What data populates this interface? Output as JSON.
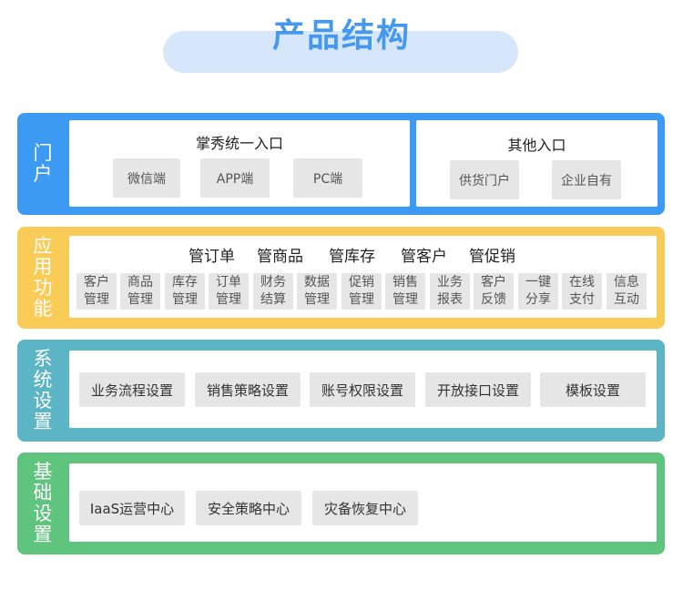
{
  "title": "产品结构",
  "layers": {
    "portal": {
      "label": "门户",
      "entry1": {
        "heading": "掌秀统一入口",
        "items": [
          "微信端",
          "APP端",
          "PC端"
        ]
      },
      "entry2": {
        "heading": "其他入口",
        "items": [
          "供货门户",
          "企业自有"
        ]
      }
    },
    "app": {
      "label": "应用功能",
      "headings": [
        "管订单",
        "管商品",
        "管库存",
        "管客户",
        "管促销"
      ],
      "items": [
        "客户管理",
        "商品管理",
        "库存管理",
        "订单管理",
        "财务结算",
        "数据管理",
        "促销管理",
        "销售管理",
        "业务报表",
        "客户反馈",
        "一键分享",
        "在线支付",
        "信息互动"
      ]
    },
    "system": {
      "label": "系统设置",
      "items": [
        "业务流程设置",
        "销售策略设置",
        "账号权限设置",
        "开放接口设置",
        "模板设置"
      ]
    },
    "base": {
      "label": "基础设置",
      "items": [
        "IaaS运营中心",
        "安全策略中心",
        "灾备恢复中心"
      ]
    }
  },
  "colors": {
    "portal": "#3d9af2",
    "app": "#f9cb57",
    "system": "#5bb5c4",
    "base": "#5ec47e",
    "title": "#4598f0",
    "title_pill": "#d6e6fb"
  }
}
